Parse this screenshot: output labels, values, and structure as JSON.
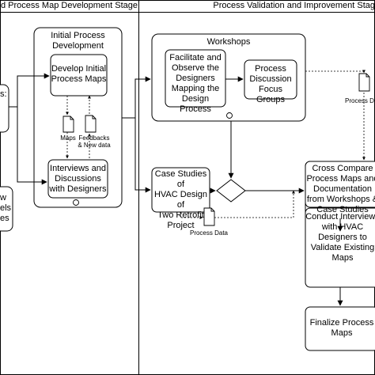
{
  "lanes": {
    "left_title": "d Process Map Development Stage",
    "right_title": "Process Validation and Improvement Stag"
  },
  "left_fragments": {
    "top": "s:",
    "bottom_lines": [
      "w",
      "els",
      "es"
    ]
  },
  "groups": {
    "initial": {
      "title_lines": [
        "Initial Process",
        "Development"
      ]
    },
    "workshops": {
      "title": "Workshops"
    }
  },
  "nodes": {
    "develop_maps": [
      "Develop Initial",
      "Process Maps"
    ],
    "interviews": [
      "Interviews and",
      "Discussions",
      "with Designers"
    ],
    "facilitate": [
      "Facilitate and",
      "Observe the",
      "Designers",
      "Mapping the",
      "Design Process"
    ],
    "focus_groups": [
      "Process",
      "Discussion",
      "Focus Groups"
    ],
    "case_studies": [
      "Case Studies of",
      "HVAC Design of",
      "Two Retrofit",
      "Project"
    ],
    "cross_compare": [
      "Cross Compare",
      "Process Maps and",
      "Documentation",
      "from Workshops &",
      "Case Studies"
    ],
    "conduct": [
      "Conduct Interviews",
      "with HVAC",
      "Designers to",
      "Validate Existing",
      "Maps"
    ],
    "finalize": [
      "Finalize Process",
      "Maps"
    ]
  },
  "documents": {
    "maps": "Maps",
    "feedbacks": [
      "Feedbacks",
      "& New data"
    ],
    "process_data_top": "Process Da",
    "process_data_bottom": "Process Data"
  }
}
